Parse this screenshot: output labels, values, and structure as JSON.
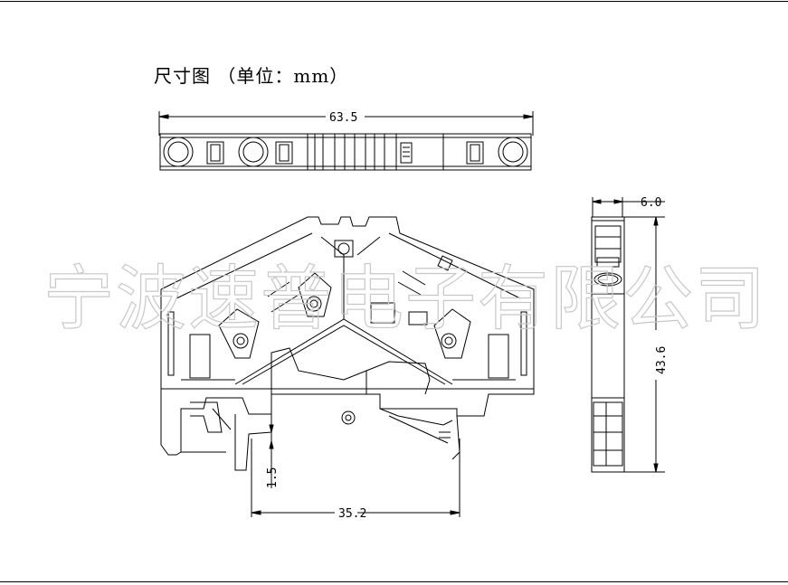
{
  "title": "尺寸图 （单位：mm）",
  "watermark": "宁波速普电子有限公司",
  "dimensions": {
    "length": "63.5",
    "width": "6.0",
    "height": "43.6",
    "rail_width": "35.2",
    "rail_thickness": "1.5"
  },
  "colors": {
    "line": "#000000",
    "watermark": "#c8c8c8",
    "background": "#ffffff"
  }
}
